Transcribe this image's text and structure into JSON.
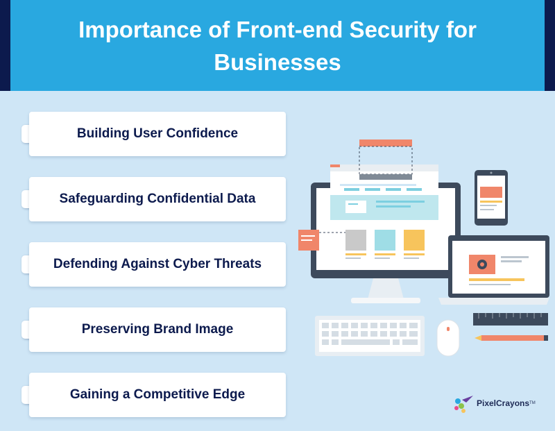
{
  "header": {
    "title": "Importance of Front-end Security for Businesses"
  },
  "items": [
    {
      "label": "Building User Confidence"
    },
    {
      "label": "Safeguarding Confidential Data"
    },
    {
      "label": "Defending Against Cyber Threats"
    },
    {
      "label": "Preserving Brand Image"
    },
    {
      "label": "Gaining a Competitive Edge"
    }
  ],
  "logo": {
    "text": "PixelCrayons",
    "mark": "TM"
  },
  "colors": {
    "header_bg": "#29a8e0",
    "header_border": "#0c1a4d",
    "page_bg": "#cfe6f6",
    "card_text": "#0c1a4d",
    "accent_orange": "#f0866a",
    "accent_yellow": "#f7c45c"
  },
  "illustration": {
    "icons": [
      "desktop-monitor-icon",
      "smartphone-icon",
      "laptop-icon",
      "keyboard-icon",
      "mouse-icon",
      "ruler-icon",
      "pencil-icon"
    ]
  }
}
